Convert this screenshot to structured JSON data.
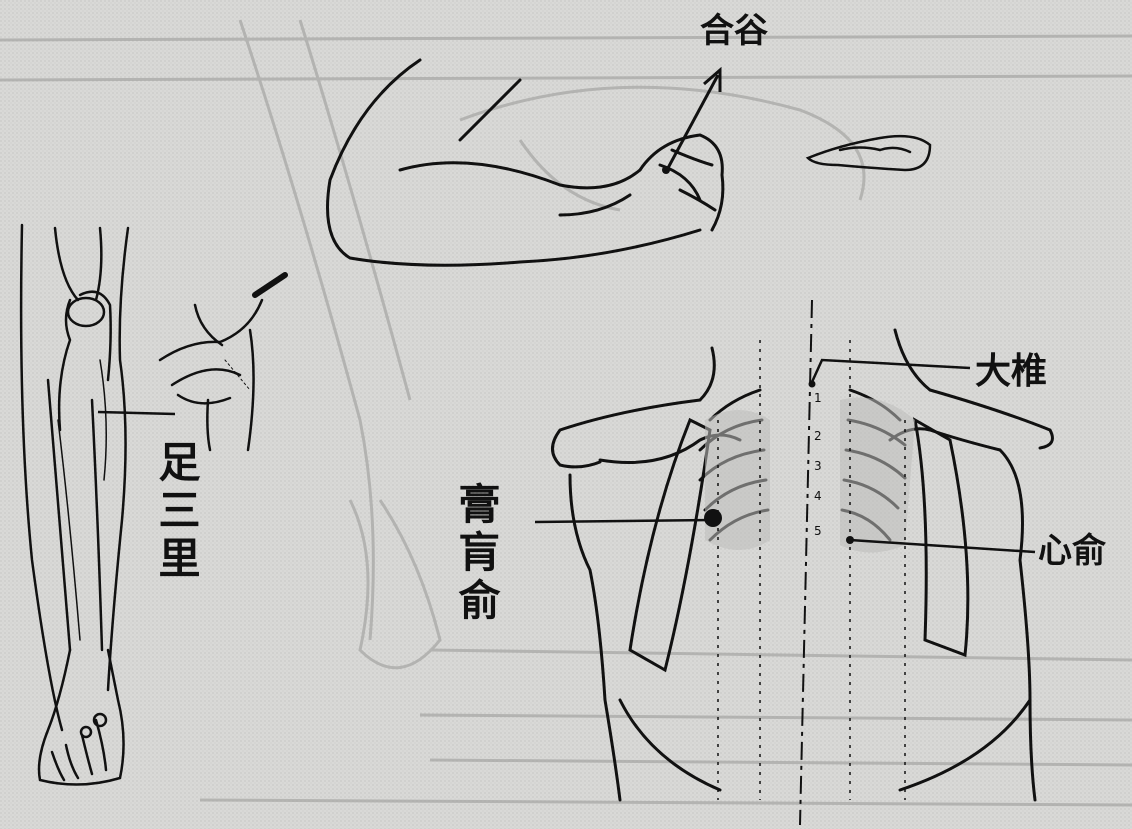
{
  "labels": {
    "hegu": "合谷",
    "dazhui": "大椎",
    "xinshu": "心俞",
    "zusanli": "足三里",
    "gaohuangshu": "膏肓俞"
  },
  "vertebra_numbers": [
    "1",
    "2",
    "3",
    "4",
    "5"
  ],
  "colors": {
    "paper": "#d9d9d7",
    "ink": "#111111",
    "faint_print": "#9a9a98",
    "shading": "#bdbdbb"
  }
}
